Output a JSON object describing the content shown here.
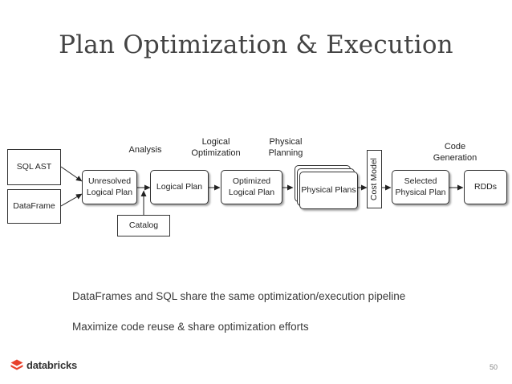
{
  "title": "Plan Optimization & Execution",
  "inputs": {
    "sql_ast": "SQL AST",
    "dataframe": "DataFrame"
  },
  "nodes": {
    "unresolved": [
      "Unresolved",
      "Logical Plan"
    ],
    "logical_plan": "Logical Plan",
    "optimized": [
      "Optimized",
      "Logical Plan"
    ],
    "physical_plans": "Physical Plans",
    "cost_model": "Cost Model",
    "selected": [
      "Selected",
      "Physical Plan"
    ],
    "rdds": "RDDs",
    "catalog": "Catalog"
  },
  "stages": {
    "analysis": "Analysis",
    "logical_optimization": [
      "Logical",
      "Optimization"
    ],
    "physical_planning": [
      "Physical",
      "Planning"
    ],
    "code_generation": [
      "Code",
      "Generation"
    ]
  },
  "bullets": [
    "DataFrames and SQL share the same optimization/execution pipeline",
    "Maximize code reuse & share optimization efforts"
  ],
  "footer": {
    "brand": "databricks",
    "page_number": "50"
  },
  "colors": {
    "brand": "#e8412c",
    "title": "#444444"
  }
}
